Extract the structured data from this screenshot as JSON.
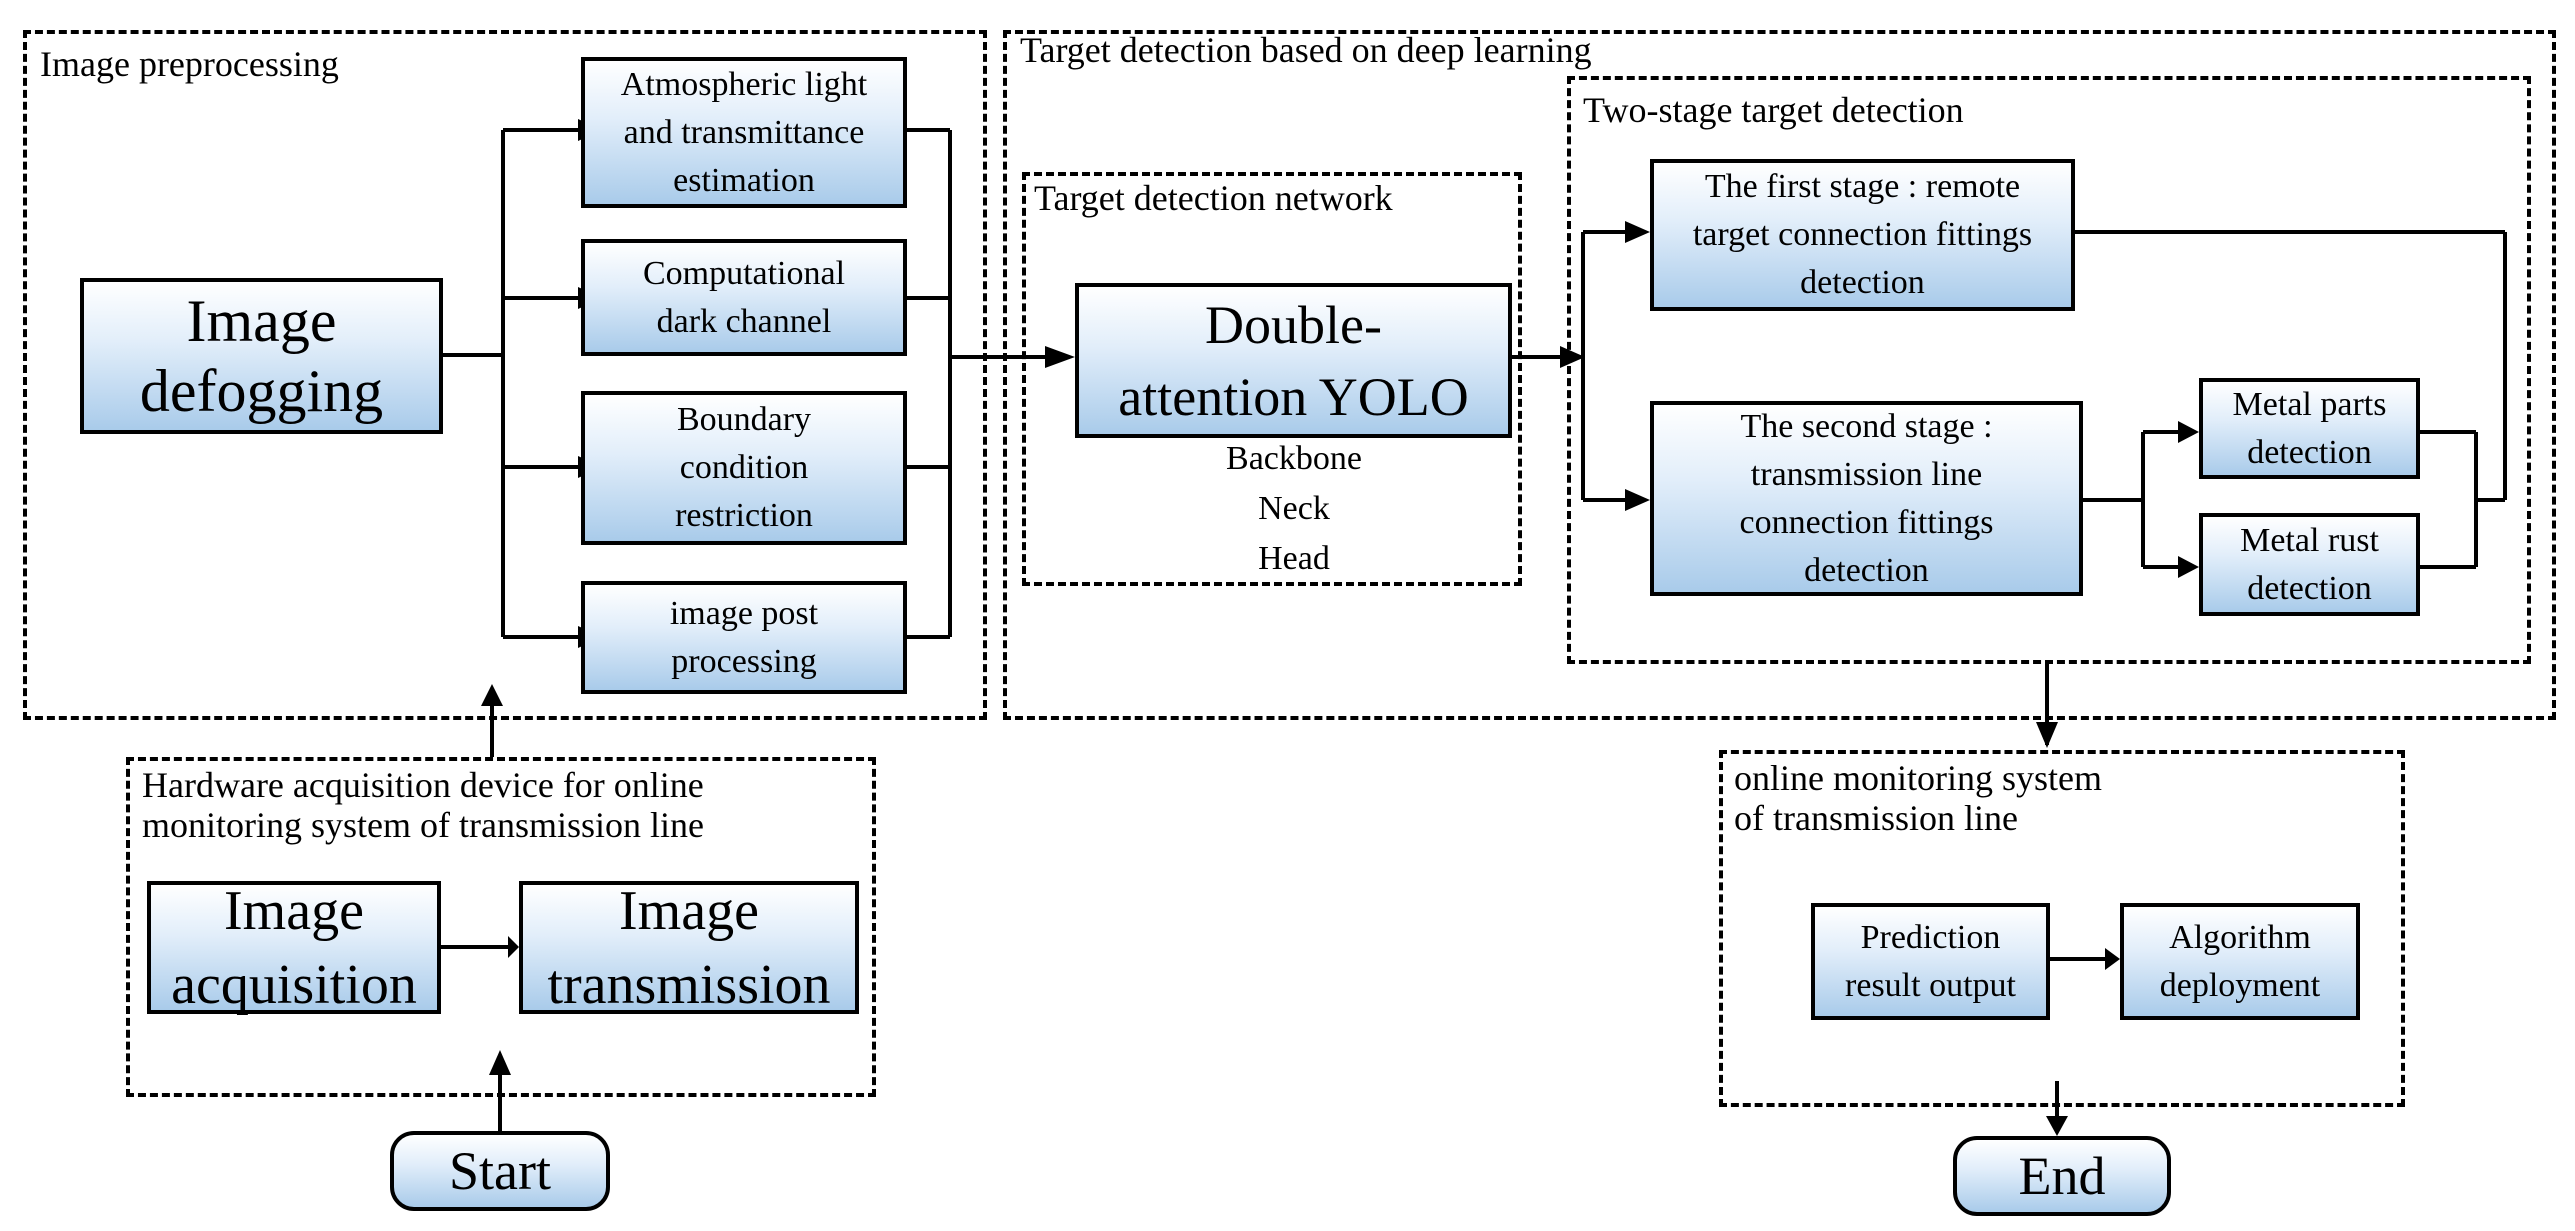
{
  "regions": {
    "preprocessing": "Image preprocessing",
    "deep_learning": "Target detection based on deep learning",
    "network": "Target detection network",
    "two_stage": "Two-stage target detection",
    "hardware": "Hardware acquisition device for online\nmonitoring system of transmission line",
    "online": "online   monitoring   system\nof transmission line"
  },
  "boxes": {
    "defogging": "Image\ndefogging",
    "atmospheric": "Atmospheric light\nand transmittance\nestimation",
    "dark_channel": "Computational\ndark channel",
    "boundary": "Boundary\ncondition\nrestriction",
    "post": "image post\nprocessing",
    "yolo": "Double-\nattention YOLO",
    "first_stage": "The first stage : remote\ntarget connection fittings\ndetection",
    "second_stage": "The second stage :\ntransmission line\nconnection fittings\ndetection",
    "metal_parts": "Metal parts\ndetection",
    "metal_rust": "Metal rust\ndetection",
    "acquisition": "Image\nacquisition",
    "transmission": "Image\ntransmission",
    "prediction": "Prediction\nresult output",
    "algorithm": "Algorithm\ndeployment"
  },
  "yolo_parts": [
    "Backbone",
    "Neck",
    "Head"
  ],
  "terminals": {
    "start": "Start",
    "end": "End"
  },
  "colors": {
    "box_top": "#ffffff",
    "box_bottom": "#a9cbea",
    "line": "#000000"
  }
}
